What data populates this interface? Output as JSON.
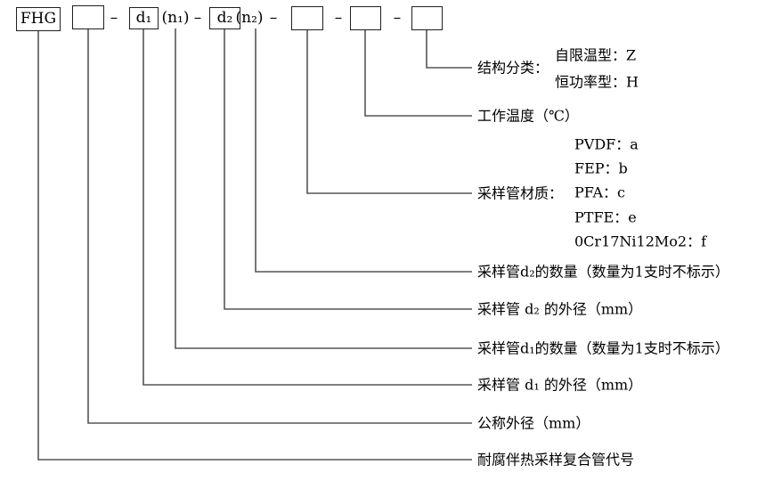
{
  "colors": {
    "background": "#ffffff",
    "connector_line": "#555555",
    "box_border": "#1f1f1f",
    "text": "#000000"
  },
  "code_row": {
    "prefix": "FHG",
    "d1": "d₁",
    "n1": "(n₁)",
    "d2": "d₂",
    "n2": "(n₂)",
    "separator": "–"
  },
  "labels": {
    "structure_class": "结构分类：",
    "working_temperature": "工作温度（℃）",
    "tube_material": "采样管材质：",
    "d2_count": "采样管d₂的数量（数量为1支时不标示）",
    "d2_outer_diameter": "采样管 d₂ 的外径（mm）",
    "d1_count": "采样管d₁的数量（数量为1支时不标示）",
    "d1_outer_diameter": "采样管 d₁ 的外径（mm）",
    "nominal_outer_diameter": "公称外径（mm）",
    "product_code": "耐腐伴热采样复合管代号"
  },
  "structure_options": [
    "自限温型：Z",
    "恒功率型：H"
  ],
  "material_options": [
    "PVDF：a",
    "FEP：b",
    "PFA：c",
    "PTFE：e",
    "0Cr17Ni12Mo2：f"
  ]
}
